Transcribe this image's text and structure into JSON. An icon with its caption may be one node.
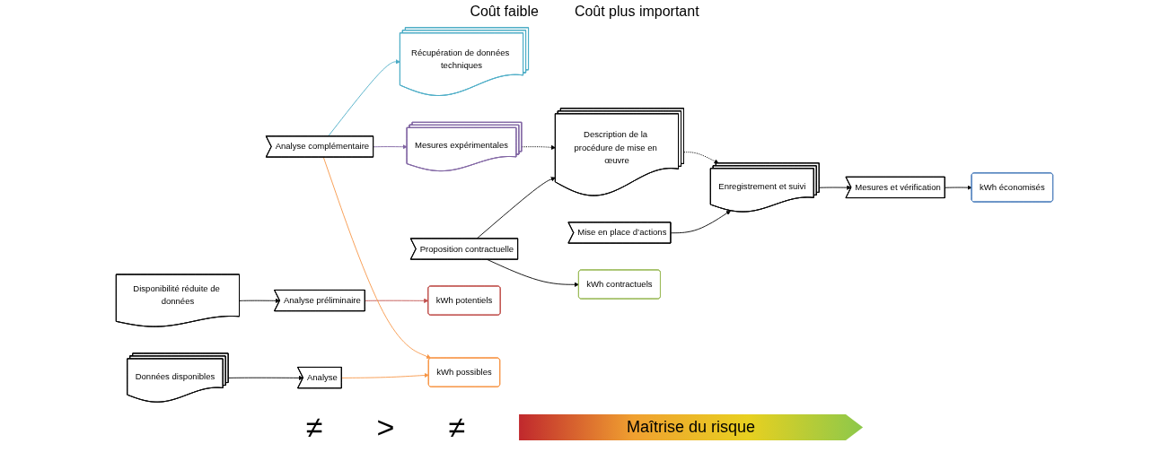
{
  "diagram": {
    "nodes": [
      {
        "text": [
          "Récupération de données techniques"
        ]
      },
      {
        "text": [
          "Mesures expérimentales"
        ]
      },
      {
        "text": [
          "Description de la procédure de mise en œuvre"
        ]
      },
      {
        "text": [
          "Enregistrement et suivi"
        ]
      },
      {
        "text": [
          "Disponibilité réduite de données"
        ]
      },
      {
        "text": [
          "Analyse préliminaire"
        ]
      },
      {
        "text": [
          "Analyse complémentaire"
        ]
      },
      {
        "text": [
          "Proposition contractuelle"
        ]
      },
      {
        "text": [
          "Mise en place d’actions"
        ]
      },
      {
        "text": [
          "Mesures et vérification"
        ]
      },
      {
        "text": [
          "Données disponibles"
        ]
      },
      {
        "text": [
          "Analyse"
        ]
      },
      {
        "text": [
          "kWh potentiels"
        ]
      },
      {
        "text": [
          "kWh possibles"
        ]
      },
      {
        "text": [
          "kWh contractuels"
        ]
      },
      {
        "text": [
          "kWh économisés"
        ]
      }
    ],
    "edges": [
      {
        "from": 4,
        "to": 5,
        "arrow": "to"
      },
      {
        "from": 10,
        "to": 11,
        "arrow": "to"
      },
      {
        "from": 6,
        "to": 0,
        "arrow": "to",
        "color": "#4bacc6"
      },
      {
        "from": 6,
        "to": 1,
        "arrow": "to",
        "color": "#8064a2"
      },
      {
        "from": 1,
        "to": 2,
        "arrow": "to",
        "style": "dashed"
      },
      {
        "from": 2,
        "to": 3,
        "arrow": "to",
        "style": "dashed"
      },
      {
        "from": 7,
        "to": 2,
        "arrow": "to"
      },
      {
        "from": 8,
        "to": 3,
        "arrow": "to"
      },
      {
        "from": 3,
        "to": 9,
        "arrow": "to"
      },
      {
        "from": 5,
        "to": 12,
        "arrow": "to",
        "color": "#c0504d"
      },
      {
        "from": 6,
        "to": 13,
        "arrow": "to",
        "color": "#f79646"
      },
      {
        "from": 11,
        "to": 13,
        "arrow": "to",
        "color": "#f79646"
      },
      {
        "from": 7,
        "to": 14,
        "arrow": "to"
      },
      {
        "from": 9,
        "to": 15,
        "arrow": "to"
      }
    ],
    "labels": [
      "Coût faible",
      "Coût plus important",
      "≠",
      ">",
      "≠",
      "Maîtrise du risque"
    ]
  }
}
